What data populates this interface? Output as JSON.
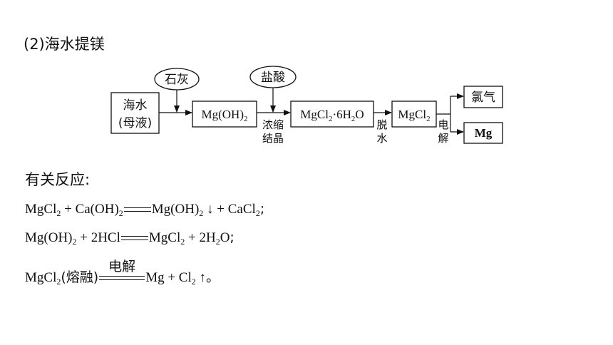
{
  "title": "(2)海水提镁",
  "flow": {
    "seawater_line1": "海水",
    "seawater_line2": "(母液)",
    "reagent1": "石灰",
    "reagent2": "盐酸",
    "mgoh2_main": "Mg(OH)",
    "mgoh2_sub": "2",
    "step_concentrate_1": "浓缩",
    "step_concentrate_2": "结晶",
    "hydrate_a": "MgCl",
    "hydrate_a_sub": "2",
    "hydrate_b": "·6H",
    "hydrate_b_sub": "2",
    "hydrate_c": "O",
    "step_dehydrate_1": "脱",
    "step_dehydrate_2": "水",
    "mgcl2_main": "MgCl",
    "mgcl2_sub": "2",
    "step_electrolysis_1": "电",
    "step_electrolysis_2": "解",
    "product_chlorine": "氯气",
    "product_mg": "Mg"
  },
  "reactions_heading": "有关反应:",
  "eq1": {
    "a": "MgCl",
    "a_sub": "2",
    "b": " + Ca(OH)",
    "b_sub": "2",
    "c": "Mg(OH)",
    "c_sub": "2",
    "d": "↓ + CaCl",
    "d_sub": "2",
    "end": ";"
  },
  "eq2": {
    "a": "Mg(OH)",
    "a_sub": "2",
    "b": " + 2HCl",
    "c": "MgCl",
    "c_sub": "2",
    "d": " + 2H",
    "d_sub": "2",
    "e": "O",
    "end": ";"
  },
  "eq3": {
    "a": "MgCl",
    "a_sub": "2",
    "state": "(熔融)",
    "condition": "电解",
    "b": "Mg + Cl",
    "b_sub": "2",
    "c": "↑",
    "end": "。"
  }
}
